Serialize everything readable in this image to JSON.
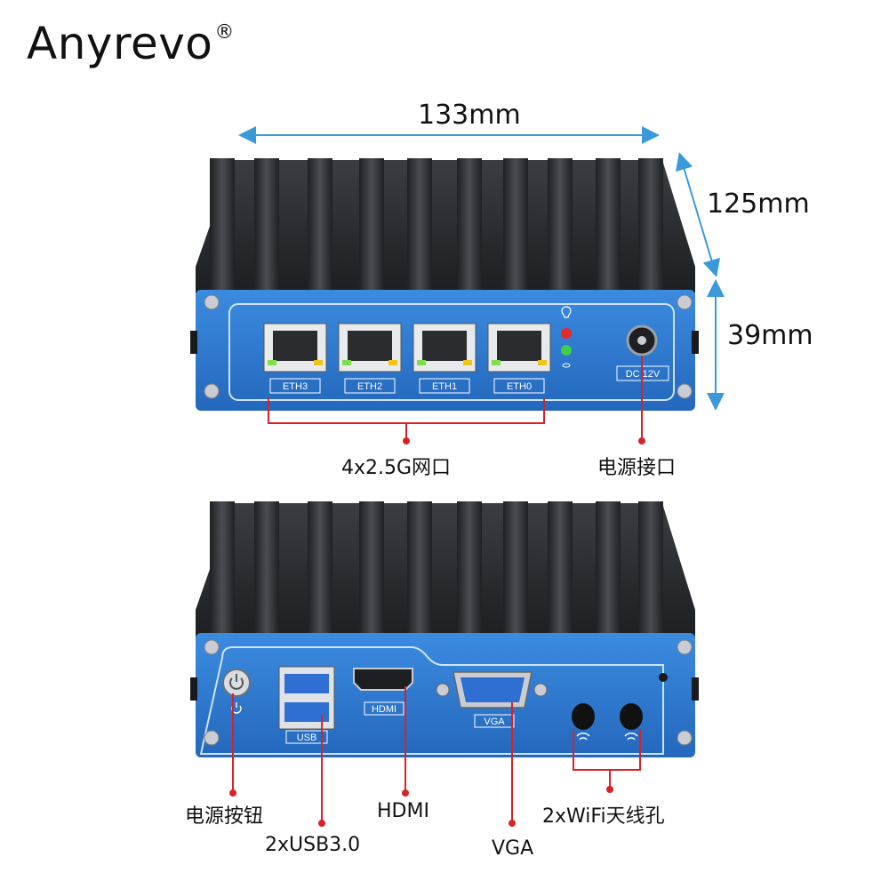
{
  "brand": {
    "name": "Anyrevo",
    "reg_mark": "®"
  },
  "dimensions": {
    "width": "133mm",
    "depth": "125mm",
    "height": "39mm"
  },
  "front_panel": {
    "ports": [
      "ETH3",
      "ETH2",
      "ETH1",
      "ETH0"
    ],
    "power_label": "DC 12V"
  },
  "rear_panel": {
    "usb_label": "USB",
    "hdmi_label": "HDMI",
    "vga_label": "VGA"
  },
  "callouts": {
    "lan_ports": "4x2.5G网口",
    "power_port": "电源接口",
    "power_button": "电源按钮",
    "usb": "2xUSB3.0",
    "hdmi": "HDMI",
    "vga": "VGA",
    "wifi": "2xWiFi天线孔"
  },
  "colors": {
    "panel_blue": "#2f7fd6",
    "callout_red": "#d8222a",
    "dim_blue": "#3a9ad9",
    "heatsink": "#2c2e31"
  }
}
